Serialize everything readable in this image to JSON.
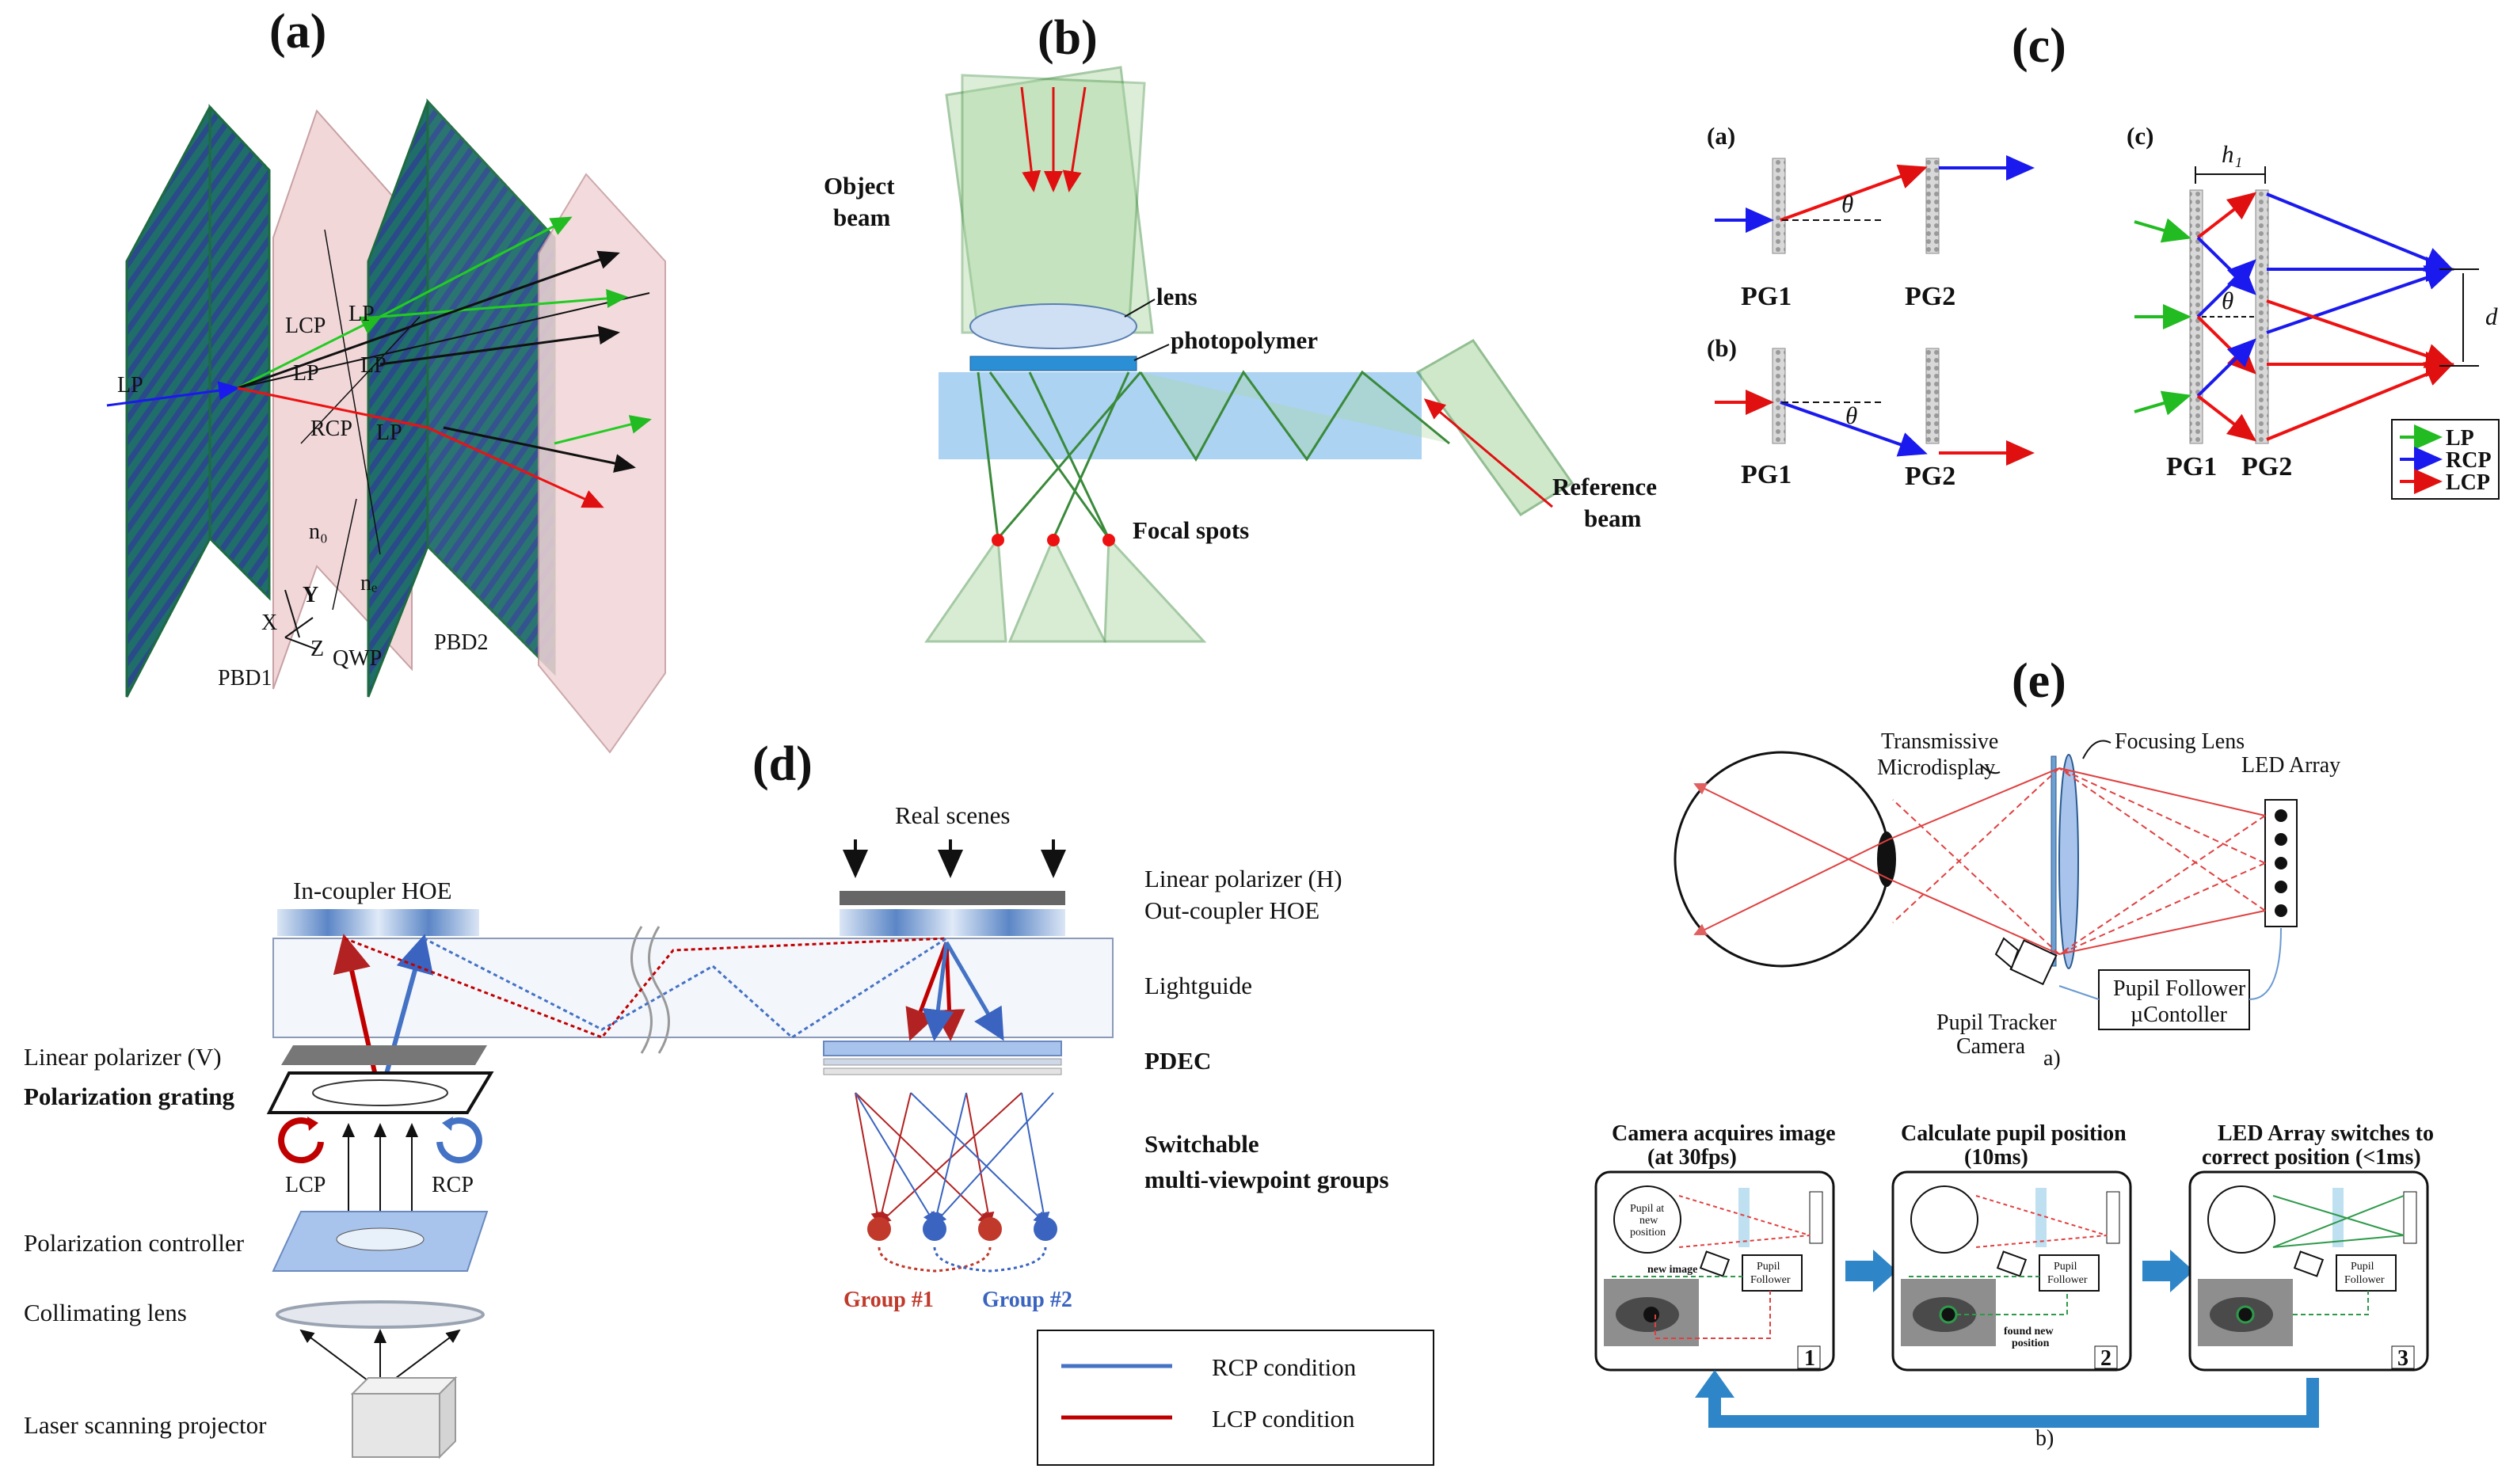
{
  "panels": {
    "a": {
      "label": "(a)",
      "labels": {
        "lp_in": "LP",
        "lcp": "LCP",
        "lp1": "LP",
        "lp2": "LP",
        "lp3": "LP",
        "lp4": "LP",
        "rcp": "RCP",
        "no": "n₀",
        "ne": "nₑ",
        "x": "X",
        "y": "Y",
        "z": "Z",
        "pbd1": "PBD1",
        "qwp": "QWP",
        "pbd2": "PBD2"
      }
    },
    "b": {
      "label": "(b)",
      "object_beam_l1": "Object",
      "object_beam_l2": "beam",
      "lens": "lens",
      "photopolymer": "photopolymer",
      "focal_spots": "Focal spots",
      "reference_beam_l1": "Reference",
      "reference_beam_l2": "beam"
    },
    "c": {
      "label": "(c)",
      "sub_a": "(a)",
      "sub_b": "(b)",
      "sub_c": "(c)",
      "pg1": "PG1",
      "pg2": "PG2",
      "theta": "θ",
      "h1": "h₁",
      "d": "d",
      "legend": [
        {
          "label": "LP",
          "color": "#22bb22"
        },
        {
          "label": "RCP",
          "color": "#1a1aee"
        },
        {
          "label": "LCP",
          "color": "#ee1111"
        }
      ]
    },
    "d": {
      "label": "(d)",
      "real_scenes": "Real scenes",
      "in_coupler": "In-coupler HOE",
      "linear_polarizer_h": "Linear polarizer (H)",
      "out_coupler": "Out-coupler HOE",
      "lightguide": "Lightguide",
      "linear_polarizer_v": "Linear polarizer (V)",
      "polarization_grating": "Polarization grating",
      "pdec": "PDEC",
      "lcp": "LCP",
      "rcp": "RCP",
      "switchable_l1": "Switchable",
      "switchable_l2": "multi-viewpoint groups",
      "polarization_controller": "Polarization controller",
      "collimating_lens": "Collimating lens",
      "laser_projector": "Laser scanning projector",
      "group1": "Group #1",
      "group2": "Group #2",
      "legend": [
        {
          "label": "RCP condition",
          "color": "#4472c4"
        },
        {
          "label": "LCP condition",
          "color": "#c00000"
        }
      ]
    },
    "e": {
      "label": "(e)",
      "transmissive_l1": "Transmissive",
      "transmissive_l2": "Microdisplay",
      "focusing_lens": "Focusing Lens",
      "led_array": "LED Array",
      "pupil_follower_l1": "Pupil Follower",
      "pupil_follower_l2": "µContoller",
      "tracker_l1": "Pupil Tracker",
      "tracker_l2": "Camera",
      "caption_a": "a)",
      "caption_b": "b)",
      "steps": [
        {
          "title_l1": "Camera acquires image",
          "title_l2": "(at 30fps)",
          "num": "1",
          "note": "new image",
          "pupil_note_l1": "Pupil at",
          "pupil_note_l2": "new",
          "pupil_note_l3": "position"
        },
        {
          "title_l1": "Calculate pupil position",
          "title_l2": "(10ms)",
          "num": "2",
          "note_l1": "found new",
          "note_l2": "position"
        },
        {
          "title_l1": "LED Array switches to",
          "title_l2": "correct position (<1ms)",
          "num": "3"
        }
      ],
      "mini_follower_l1": "Pupil",
      "mini_follower_l2": "Follower"
    }
  }
}
